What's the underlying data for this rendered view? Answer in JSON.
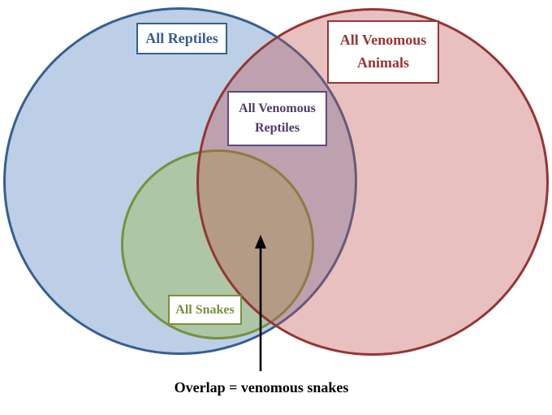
{
  "diagram": {
    "type": "venn",
    "background_color": "#FFFFFF",
    "sets": [
      {
        "id": "all-reptiles",
        "label": "All Reptiles",
        "stroke_color": "#365F91",
        "fill_color": "#4F81BD",
        "contains": [
          "all-snakes"
        ]
      },
      {
        "id": "all-venomous-animals",
        "label_line1": "All Venomous",
        "label_line2": "Animals",
        "stroke_color": "#943634",
        "fill_color": "#C0504D"
      },
      {
        "id": "all-snakes",
        "label": "All Snakes",
        "stroke_color": "#76923C",
        "fill_color": "#9BBB59"
      }
    ],
    "intersection_label": {
      "line1": "All Venomous",
      "line2": "Reptiles",
      "color": "#604A7B"
    },
    "annotation": {
      "caption": "Overlap = venomous snakes",
      "arrow_color": "#000000",
      "arrow_direction": "up"
    }
  },
  "labels": {
    "reptiles": {
      "text": "All Reptiles"
    },
    "venomous_animals": {
      "line1": "All Venomous",
      "line2": "Animals"
    },
    "venomous_reptiles": {
      "line1": "All Venomous",
      "line2": "Reptiles"
    },
    "snakes": {
      "text": "All Snakes"
    },
    "caption": {
      "text": "Overlap = venomous snakes"
    }
  }
}
